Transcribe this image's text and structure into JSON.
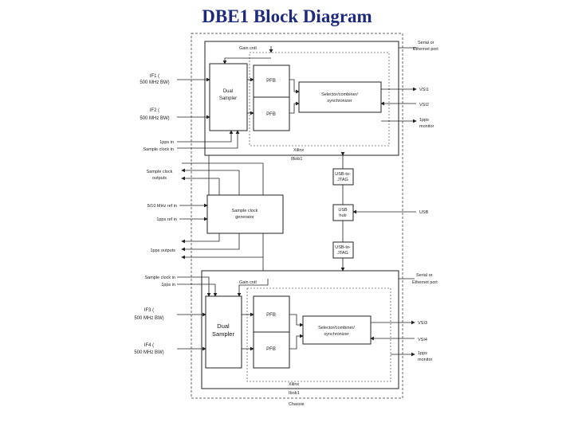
{
  "title": "DBE1 Block Diagram",
  "labels": {
    "gain_ctrl_top": "Gain cntl",
    "dual_sampler_top": "Dual Sampler",
    "pfb_top_a": "PFB",
    "pfb_top_b": "PFB",
    "selector_top": "Selector/combiner/ synchronizer",
    "xilinx_top": "Xilinx",
    "ibob_top": "IBob1",
    "if1": "IF1 (500 MHz BW)",
    "if2": "IF2 (500 MHz BW)",
    "onepps_in_top": "1pps in",
    "sample_clock_in_top": "Sample clock in",
    "serial_ethernet_top": "Serial or Ethernet port",
    "vsi1": "VSI1",
    "vsi2": "VSI2",
    "pps_monitor_top": "1pps monitor",
    "sample_clock_outputs": "Sample clock outputs",
    "ref_in": "5/10 MHz ref in",
    "pps_ref_in": "1pps ref in",
    "pps_outputs": "1pps outputs",
    "clock_gen": "Sample clock generator",
    "usb_jtag_top": "USB-to-JTAG",
    "usb_hub": "USB hub",
    "usb": "USB",
    "usb_jtag_bottom": "USB-to-JTAG",
    "sample_clock_in_bottom": "Sample clock in",
    "onepps_in_bottom": "1pps in",
    "gain_ctrl_bottom": "Gain cntl",
    "serial_ethernet_bottom": "Serial or Ethernet port",
    "if3": "IF3 (500 MHz BW)",
    "if4": "IF4 (500 MHz BW)",
    "dual_sampler_bottom": "Dual Sampler",
    "pfb_bottom_a": "PFB",
    "pfb_bottom_b": "PFB",
    "selector_bottom": "Selector/combiner/ synchronizer",
    "vsi3": "VSI3",
    "vsi4": "VSI4",
    "pps_monitor_bottom": "1pps monitor",
    "xilinx_bottom": "Xilinx",
    "ibob_bottom": "Ibob1",
    "chassis": "Chassis"
  }
}
